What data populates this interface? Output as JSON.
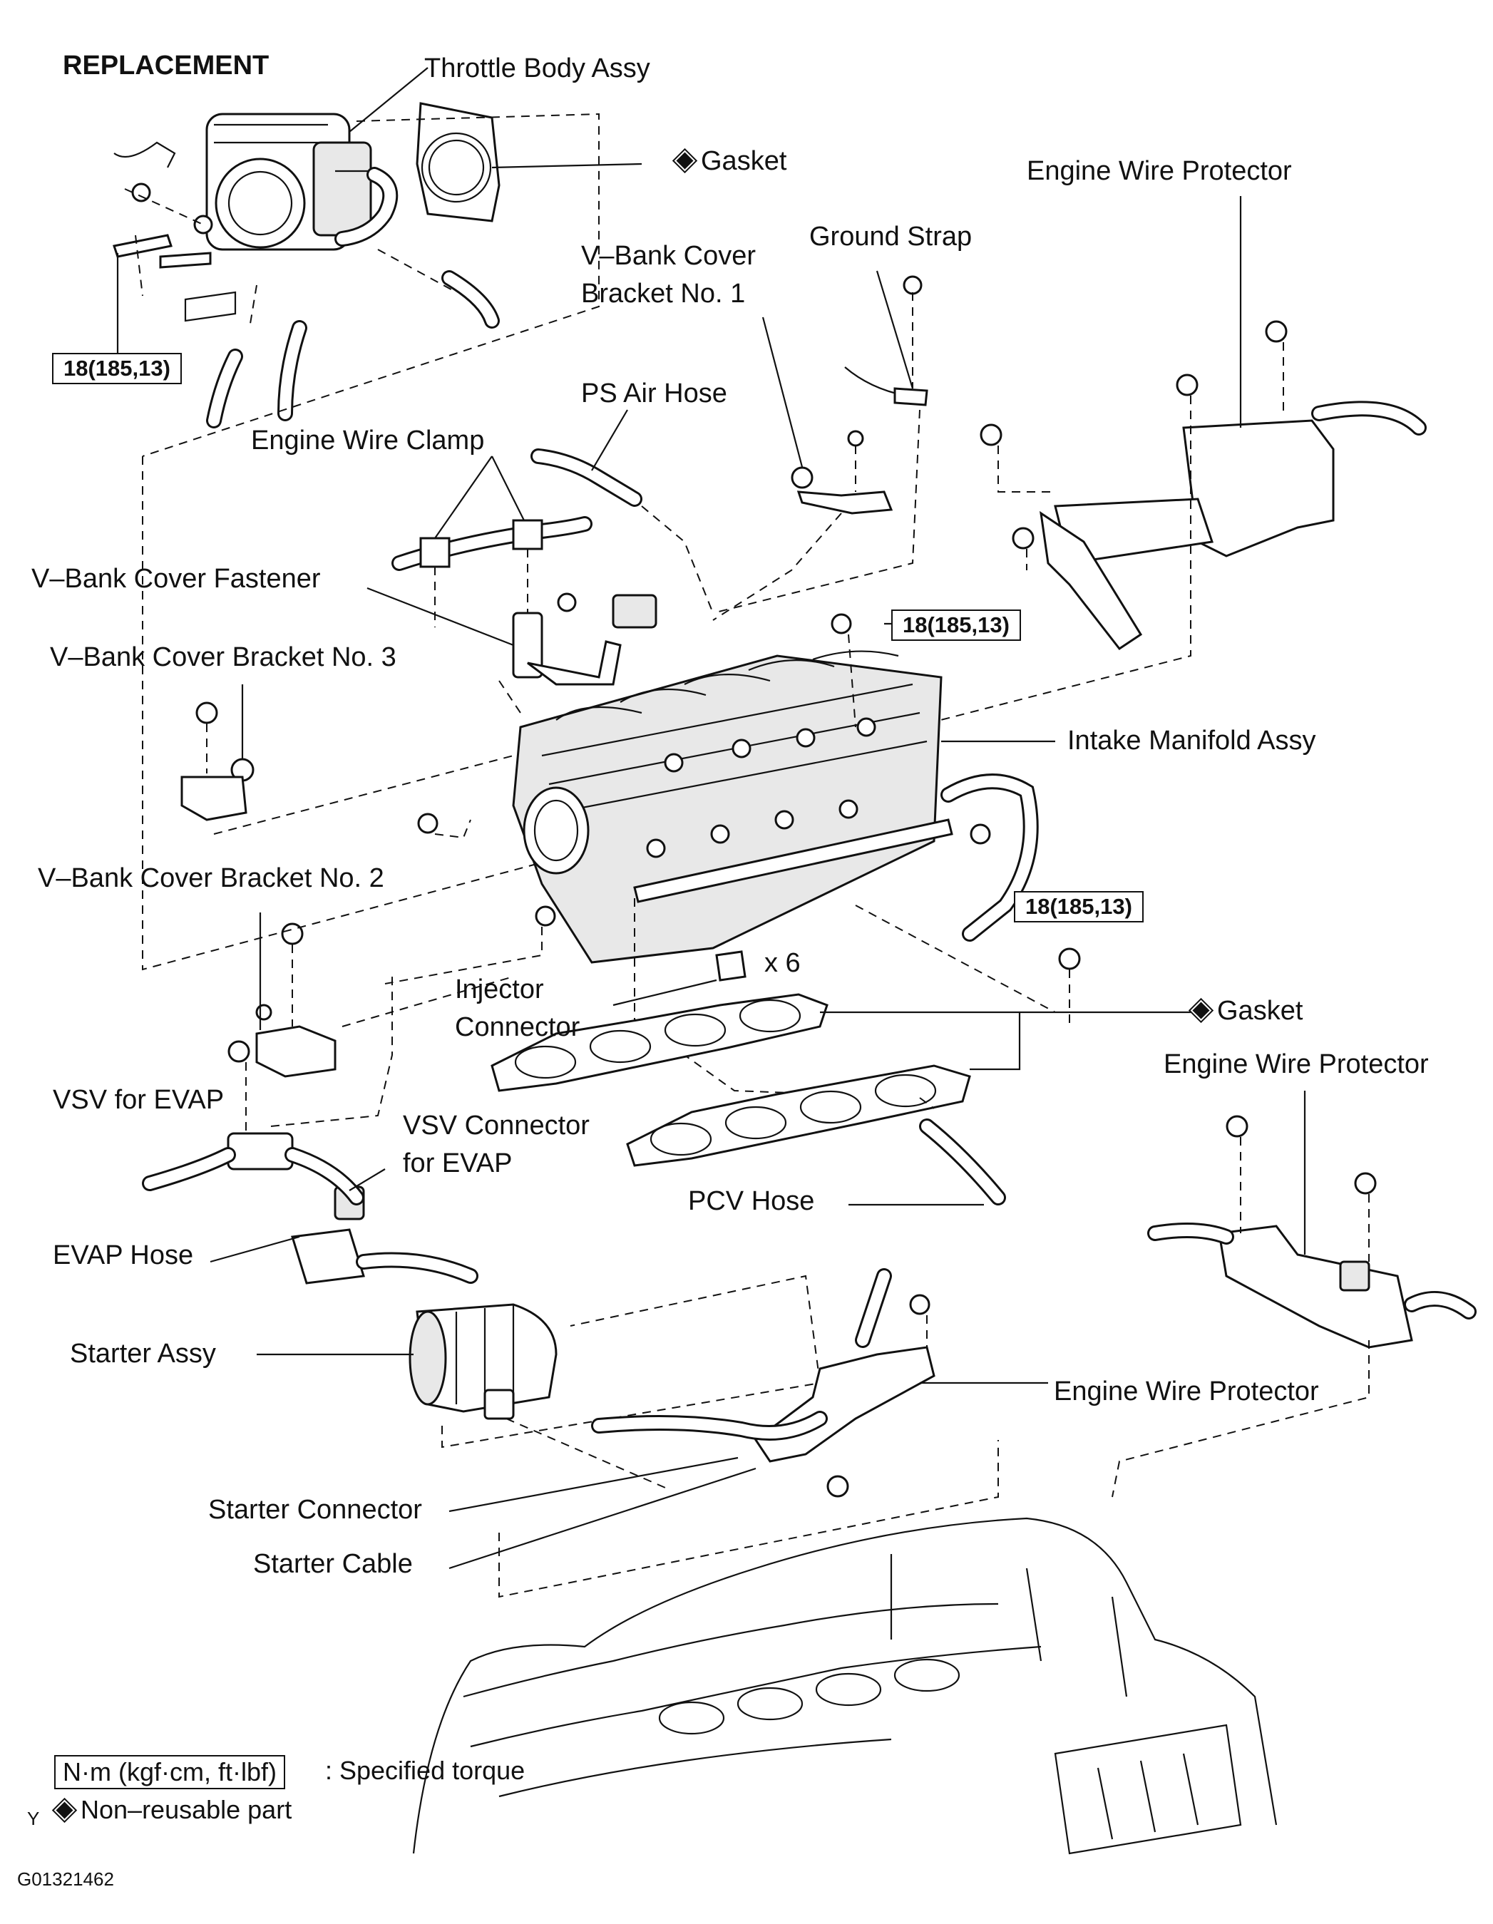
{
  "title": "REPLACEMENT",
  "labels": {
    "throttle_body": "Throttle Body Assy",
    "gasket_top": "Gasket",
    "engine_wire_protector_top": "Engine Wire Protector",
    "ground_strap": "Ground Strap",
    "vbank_bracket_1_line1": "V–Bank Cover",
    "vbank_bracket_1_line2": "Bracket No. 1",
    "ps_air_hose": "PS Air Hose",
    "engine_wire_clamp": "Engine Wire Clamp",
    "vbank_fastener": "V–Bank Cover Fastener",
    "vbank_bracket_3": "V–Bank Cover Bracket No. 3",
    "intake_manifold": "Intake Manifold Assy",
    "vbank_bracket_2": "V–Bank Cover Bracket No. 2",
    "injector_connector_line1": "Injector",
    "injector_connector_line2": "Connector",
    "injector_count": "x 6",
    "gasket_mid": "Gasket",
    "engine_wire_protector_right": "Engine Wire Protector",
    "vsv_evap": "VSV for EVAP",
    "vsv_connector_line1": "VSV Connector",
    "vsv_connector_line2": "for EVAP",
    "evap_hose": "EVAP Hose",
    "pcv_hose": "PCV Hose",
    "starter_assy": "Starter Assy",
    "engine_wire_protector_bottom": "Engine Wire Protector",
    "starter_connector": "Starter Connector",
    "starter_cable": "Starter Cable"
  },
  "torque_specs": {
    "throttle_bolt": "18(185,13)",
    "manifold_nut": "18(185,13)",
    "manifold_bolt": "18(185,13)"
  },
  "legend": {
    "torque_unit": "N·m (kgf·cm, ft·lbf)",
    "torque_desc": ": Specified torque",
    "non_reusable": "Non–reusable part"
  },
  "corner_mark": "Y",
  "figure_code": "G01321462"
}
